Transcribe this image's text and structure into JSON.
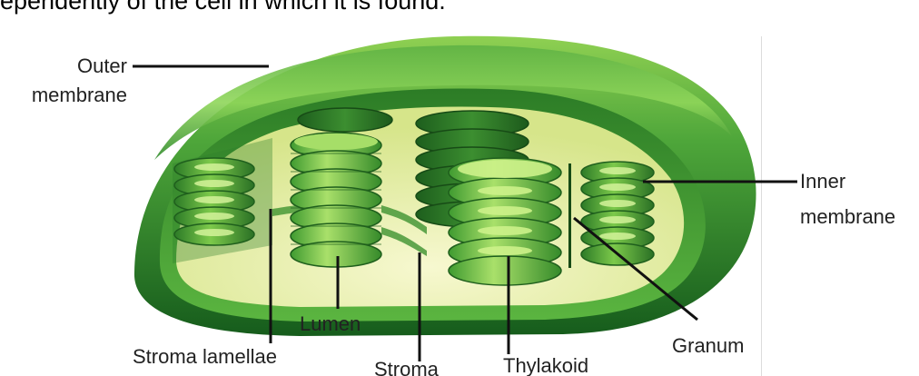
{
  "caption": {
    "text": "ependently of the cell in which it is found."
  },
  "diagram": {
    "labels": {
      "outer_membrane": [
        "Outer",
        "membrane"
      ],
      "inner_membrane": [
        "Inner",
        "membrane"
      ],
      "stroma_lamellae": "Stroma lamellae",
      "lumen": "Lumen",
      "stroma": "Stroma",
      "thylakoid": "Thylakoid",
      "granum": "Granum"
    }
  },
  "colors": {
    "outer_dark": "#1e6a22",
    "outer_light": "#7cc84a",
    "inner_wall": "#43a233",
    "stroma_fill": "#eef2b4",
    "thylakoid_light": "#b6e86e",
    "thylakoid_dark": "#2f7e2a",
    "leader_line": "#111111"
  }
}
